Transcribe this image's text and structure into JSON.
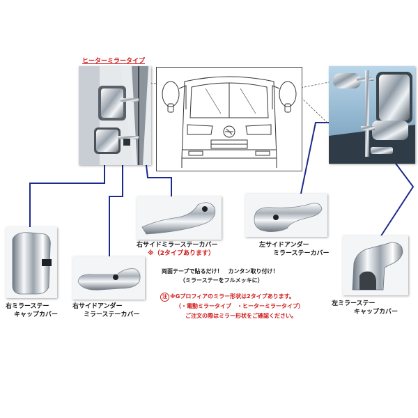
{
  "labels": {
    "heater_mirror_type": "ヒーターミラータイプ",
    "right_side_cover_l1": "右サイドミラーステーカバー",
    "right_side_cover_l2": "※（2タイプあります）",
    "left_side_under_l1": "左サイドアンダー",
    "left_side_under_l2": "ミラーステーカバー",
    "right_cap_l1": "右ミラーステー",
    "right_cap_l2": "キャップカバー",
    "right_side_under_l1": "右サイドアンダー",
    "right_side_under_l2": "ミラーステーカバー",
    "left_cap_l1": "左ミラーステー",
    "left_cap_l2": "キャップカバー"
  },
  "notes": {
    "tape_l1": "両面テープで貼るだけ！　カンタン取り付け！",
    "tape_l2": "（ミラーステーをフルメッキに）",
    "caution_mark": "注",
    "profia_l1": "※Gプロフィアのミラー形状は2タイプあります。",
    "profia_l2": "（・電動ミラータイプ　・ヒーターミラータイプ）",
    "profia_l3": "ご注文の際はミラー形状をご確認ください。"
  },
  "colors": {
    "leader_line": "#1b2a8c",
    "red_text": "#d11a1a",
    "photo_sky": "#9fc3dd"
  }
}
